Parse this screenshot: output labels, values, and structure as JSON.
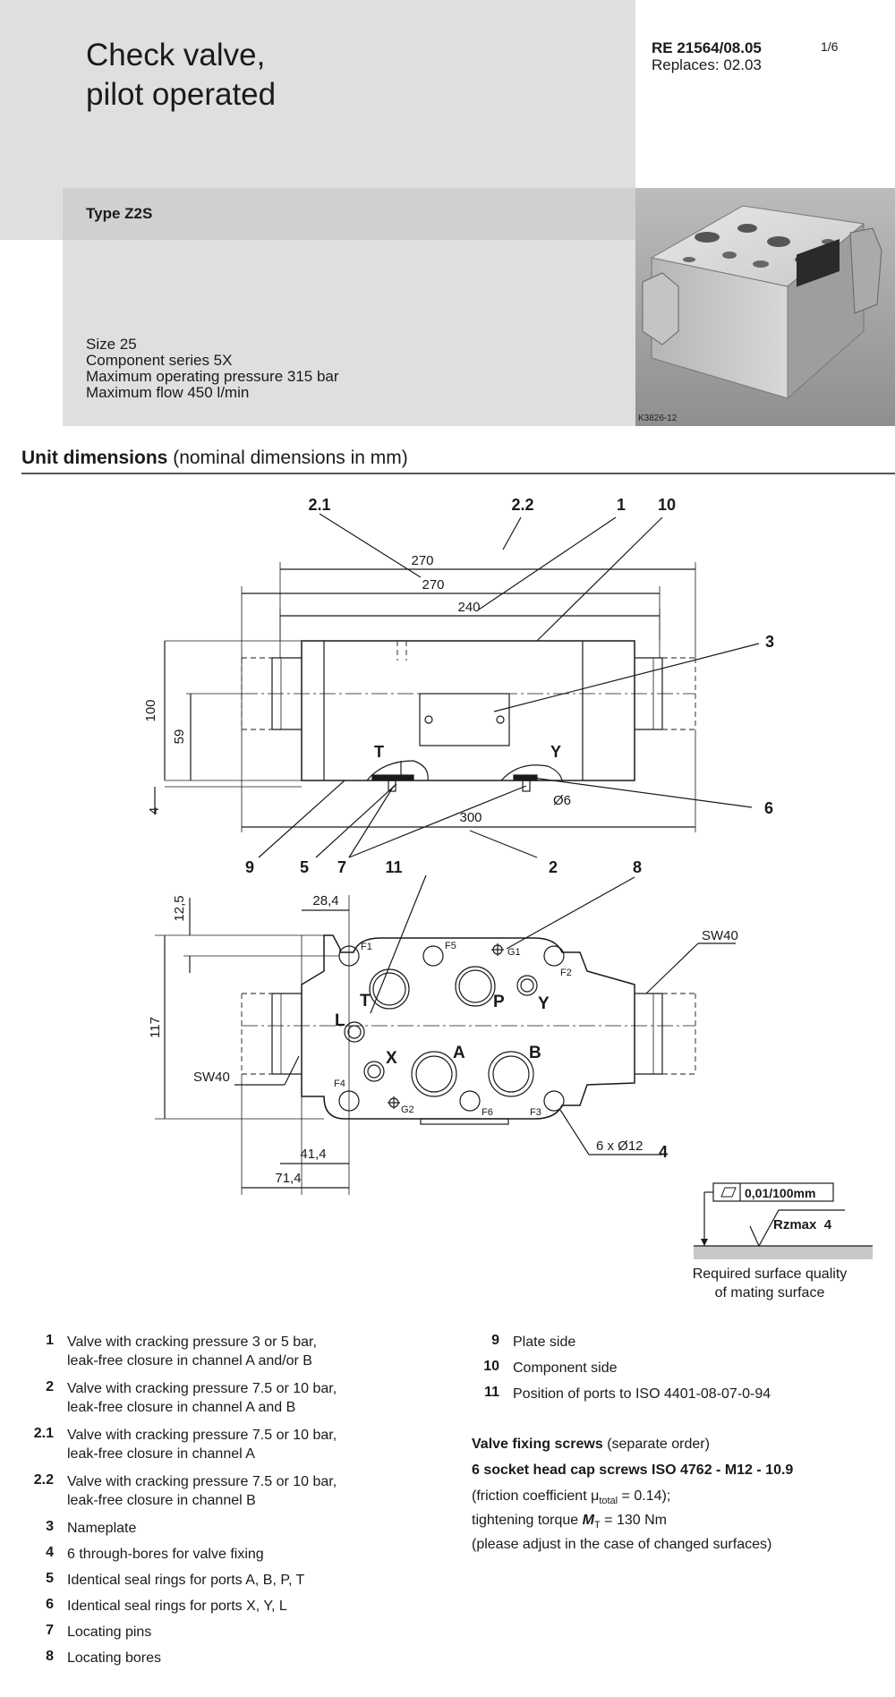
{
  "header": {
    "title_line1": "Check valve,",
    "title_line2": "pilot operated",
    "doc_number": "RE 21564/08.05",
    "replaces": "Replaces: 02.03",
    "page": "1/6",
    "type_label": "Type Z2S",
    "specs": [
      "Size 25",
      "Component series 5X",
      "Maximum operating pressure 315 bar",
      "Maximum flow 450 l/min"
    ],
    "photo_code": "K3826-12"
  },
  "section": {
    "title": "Unit dimensions",
    "subtitle": "(nominal dimensions in mm)"
  },
  "drawing": {
    "side_view": {
      "callouts": [
        "2.1",
        "2.2",
        "1",
        "10",
        "3",
        "6",
        "9",
        "5",
        "7",
        "11",
        "2",
        "8"
      ],
      "dims": [
        "270",
        "270",
        "240",
        "300",
        "100",
        "59",
        "4",
        "Ø6"
      ],
      "port_labels": [
        "T",
        "Y"
      ]
    },
    "top_view": {
      "dims": [
        "12,5",
        "28,4",
        "117",
        "41,4",
        "71,4",
        "SW40",
        "SW40",
        "6 x Ø12",
        "4"
      ],
      "ports": [
        "T",
        "P",
        "Y",
        "L",
        "X",
        "A",
        "B"
      ],
      "bore_labels": [
        "F1",
        "F5",
        "G1",
        "F2",
        "F4",
        "G2",
        "F6",
        "F3"
      ]
    },
    "surface": {
      "flatness": "0,01/100mm",
      "roughness": "Rzmax  4",
      "caption_line1": "Required surface quality",
      "caption_line2": "of mating surface"
    }
  },
  "legend_left": [
    {
      "num": "1",
      "line1": "Valve with cracking pressure 3 or 5 bar,",
      "line2": "leak-free closure in channel A and/or B"
    },
    {
      "num": "2",
      "line1": "Valve with cracking pressure 7.5 or 10 bar,",
      "line2": "leak-free closure in channel A and B"
    },
    {
      "num": "2.1",
      "line1": "Valve with cracking pressure 7.5 or 10 bar,",
      "line2": "leak-free closure in channel A"
    },
    {
      "num": "2.2",
      "line1": "Valve with cracking pressure 7.5 or 10 bar,",
      "line2": "leak-free closure in channel B"
    },
    {
      "num": "3",
      "line1": "Nameplate"
    },
    {
      "num": "4",
      "line1": "6 through-bores for valve fixing"
    },
    {
      "num": "5",
      "line1": "Identical seal rings for ports A, B, P, T"
    },
    {
      "num": "6",
      "line1": "Identical seal rings for ports X, Y, L"
    },
    {
      "num": "7",
      "line1": "Locating pins"
    },
    {
      "num": "8",
      "line1": "Locating bores"
    }
  ],
  "legend_right": [
    {
      "num": "9",
      "line1": "Plate side"
    },
    {
      "num": "10",
      "line1": "Component side"
    },
    {
      "num": "11",
      "line1": "Position of ports to ISO 4401-08-07-0-94"
    }
  ],
  "fixing": {
    "title_bold": "Valve fixing screws",
    "title_rest": " (separate order)",
    "screws": "6 socket head cap screws ISO 4762 - M12 - 10.9",
    "friction_a": "(friction coefficient ",
    "friction_mu": "μ",
    "friction_sub": "total",
    "friction_b": " = 0.14);",
    "torque_a": "tightening torque ",
    "torque_m": "M",
    "torque_sub": "T",
    "torque_b": " = 130 Nm",
    "adjust": "(please adjust in the case of changed surfaces)"
  }
}
